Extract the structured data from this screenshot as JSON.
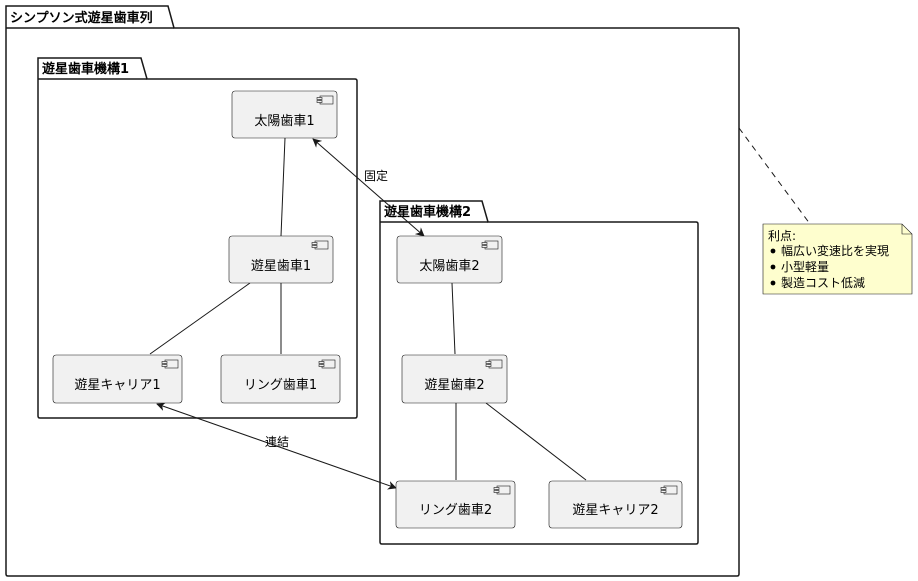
{
  "packages": {
    "outer": {
      "title": "シンプソン式遊星歯車列"
    },
    "mech1": {
      "title": "遊星歯車機構1"
    },
    "mech2": {
      "title": "遊星歯車機構2"
    }
  },
  "components": {
    "sun1": "太陽歯車1",
    "planet1": "遊星歯車1",
    "carrier1": "遊星キャリア1",
    "ring1": "リング歯車1",
    "sun2": "太陽歯車2",
    "planet2": "遊星歯車2",
    "ring2": "リング歯車2",
    "carrier2": "遊星キャリア2"
  },
  "links": {
    "fixed": "固定",
    "coupled": "連結"
  },
  "note": {
    "title": "利点:",
    "items": [
      "幅広い変速比を実現",
      "小型軽量",
      "製造コスト低減"
    ]
  },
  "colors": {
    "component_fill": "#f1f1f1",
    "component_border": "#181818",
    "note_fill": "#fefece",
    "line": "#181818"
  }
}
